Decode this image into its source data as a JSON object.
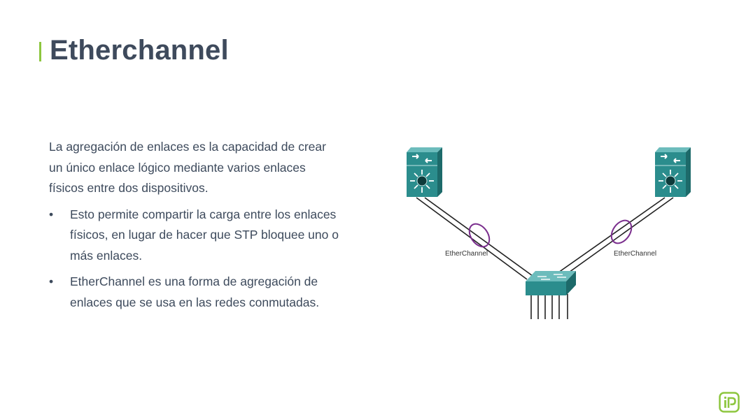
{
  "slide": {
    "title": "Etherchannel",
    "intro": "La agregación de enlaces es la capacidad de crear un único enlace lógico mediante varios enlaces físicos entre dos dispositivos.",
    "bullets": [
      {
        "marker": "•",
        "text": "Esto permite compartir la carga entre los enlaces físicos, en lugar de hacer que STP bloquee uno o más enlaces."
      },
      {
        "marker": "•",
        "text": "EtherChannel es una forma de agregación de enlaces que se usa en las redes conmutadas."
      }
    ]
  },
  "diagram": {
    "left_label": "EtherChannel",
    "right_label": "EtherChannel",
    "devices": [
      "multilayer-switch",
      "multilayer-switch",
      "access-switch"
    ],
    "colors": {
      "device": "#2d8f8f",
      "device_top": "#5fb3b3",
      "etherchannel_ring": "#7b2f8e",
      "cable": "#222222"
    }
  },
  "logo": {
    "icon": "brand-logo",
    "color": "#8dc63f"
  }
}
